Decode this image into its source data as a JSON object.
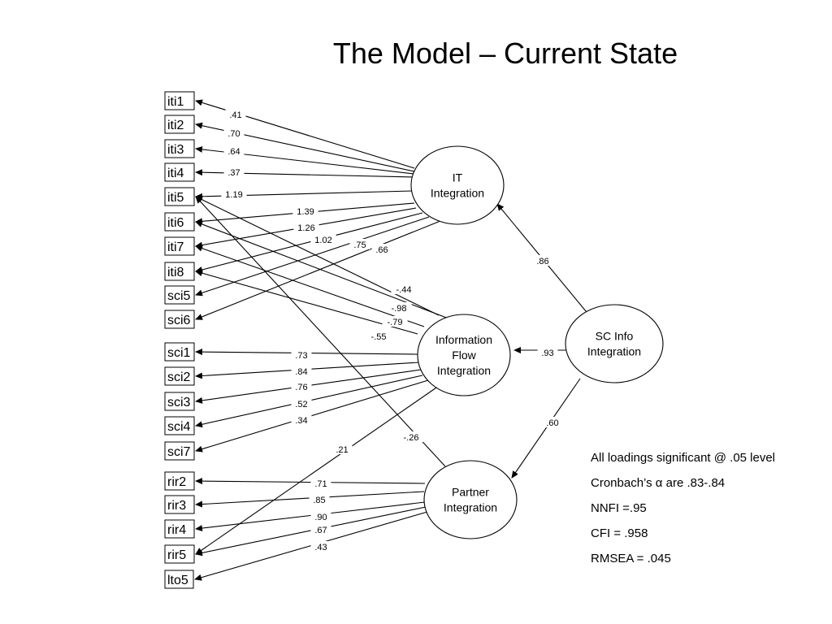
{
  "title": "The Model – Current State",
  "observed": [
    "iti1",
    "iti2",
    "iti3",
    "iti4",
    "iti5",
    "iti6",
    "iti7",
    "iti8",
    "sci5",
    "sci6",
    "sci1",
    "sci2",
    "sci3",
    "sci4",
    "sci7",
    "rir2",
    "rir3",
    "rir4",
    "rir5",
    "lto5"
  ],
  "latent": [
    {
      "id": "it",
      "lines": [
        "IT",
        "Integration"
      ]
    },
    {
      "id": "ifi",
      "lines": [
        "Information",
        "Flow",
        "Integration"
      ]
    },
    {
      "id": "pi",
      "lines": [
        "Partner",
        "Integration"
      ]
    },
    {
      "id": "sci",
      "lines": [
        "SC Info",
        "Integration"
      ]
    }
  ],
  "loadings": [
    {
      "from": "it",
      "to": "iti1",
      "value": ".41"
    },
    {
      "from": "it",
      "to": "iti2",
      "value": ".70"
    },
    {
      "from": "it",
      "to": "iti3",
      "value": ".64"
    },
    {
      "from": "it",
      "to": "iti4",
      "value": ".37"
    },
    {
      "from": "it",
      "to": "iti5",
      "value": "1.19"
    },
    {
      "from": "it",
      "to": "iti6",
      "value": "1.39"
    },
    {
      "from": "it",
      "to": "iti7",
      "value": "1.26"
    },
    {
      "from": "it",
      "to": "iti8",
      "value": "1.02"
    },
    {
      "from": "it",
      "to": "sci5",
      "value": ".75"
    },
    {
      "from": "it",
      "to": "sci6",
      "value": ".66"
    },
    {
      "from": "ifi",
      "to": "iti5",
      "value": "-.44"
    },
    {
      "from": "ifi",
      "to": "iti6",
      "value": "-.98"
    },
    {
      "from": "ifi",
      "to": "iti7",
      "value": "-.79"
    },
    {
      "from": "ifi",
      "to": "iti8",
      "value": "-.55"
    },
    {
      "from": "ifi",
      "to": "sci1",
      "value": ".73"
    },
    {
      "from": "ifi",
      "to": "sci2",
      "value": ".84"
    },
    {
      "from": "ifi",
      "to": "sci3",
      "value": ".76"
    },
    {
      "from": "ifi",
      "to": "sci4",
      "value": ".52"
    },
    {
      "from": "ifi",
      "to": "sci7",
      "value": ".34"
    },
    {
      "from": "ifi",
      "to": "rir5",
      "value": ".21"
    },
    {
      "from": "pi",
      "to": "iti5",
      "value": "-.26"
    },
    {
      "from": "pi",
      "to": "rir2",
      "value": ".71"
    },
    {
      "from": "pi",
      "to": "rir3",
      "value": ".85"
    },
    {
      "from": "pi",
      "to": "rir4",
      "value": ".90"
    },
    {
      "from": "pi",
      "to": "rir5",
      "value": ".67"
    },
    {
      "from": "pi",
      "to": "lto5",
      "value": ".43"
    }
  ],
  "structural": [
    {
      "from": "sci",
      "to": "it",
      "value": ".86"
    },
    {
      "from": "sci",
      "to": "ifi",
      "value": ".93"
    },
    {
      "from": "sci",
      "to": "pi",
      "value": ".60"
    }
  ],
  "notes": {
    "line1": "All loadings significant @ .05 level",
    "line2": "Cronbach’s α are .83-.84",
    "line3": "NNFI =.95",
    "line4": "CFI = .958",
    "line5": "RMSEA = .045"
  }
}
